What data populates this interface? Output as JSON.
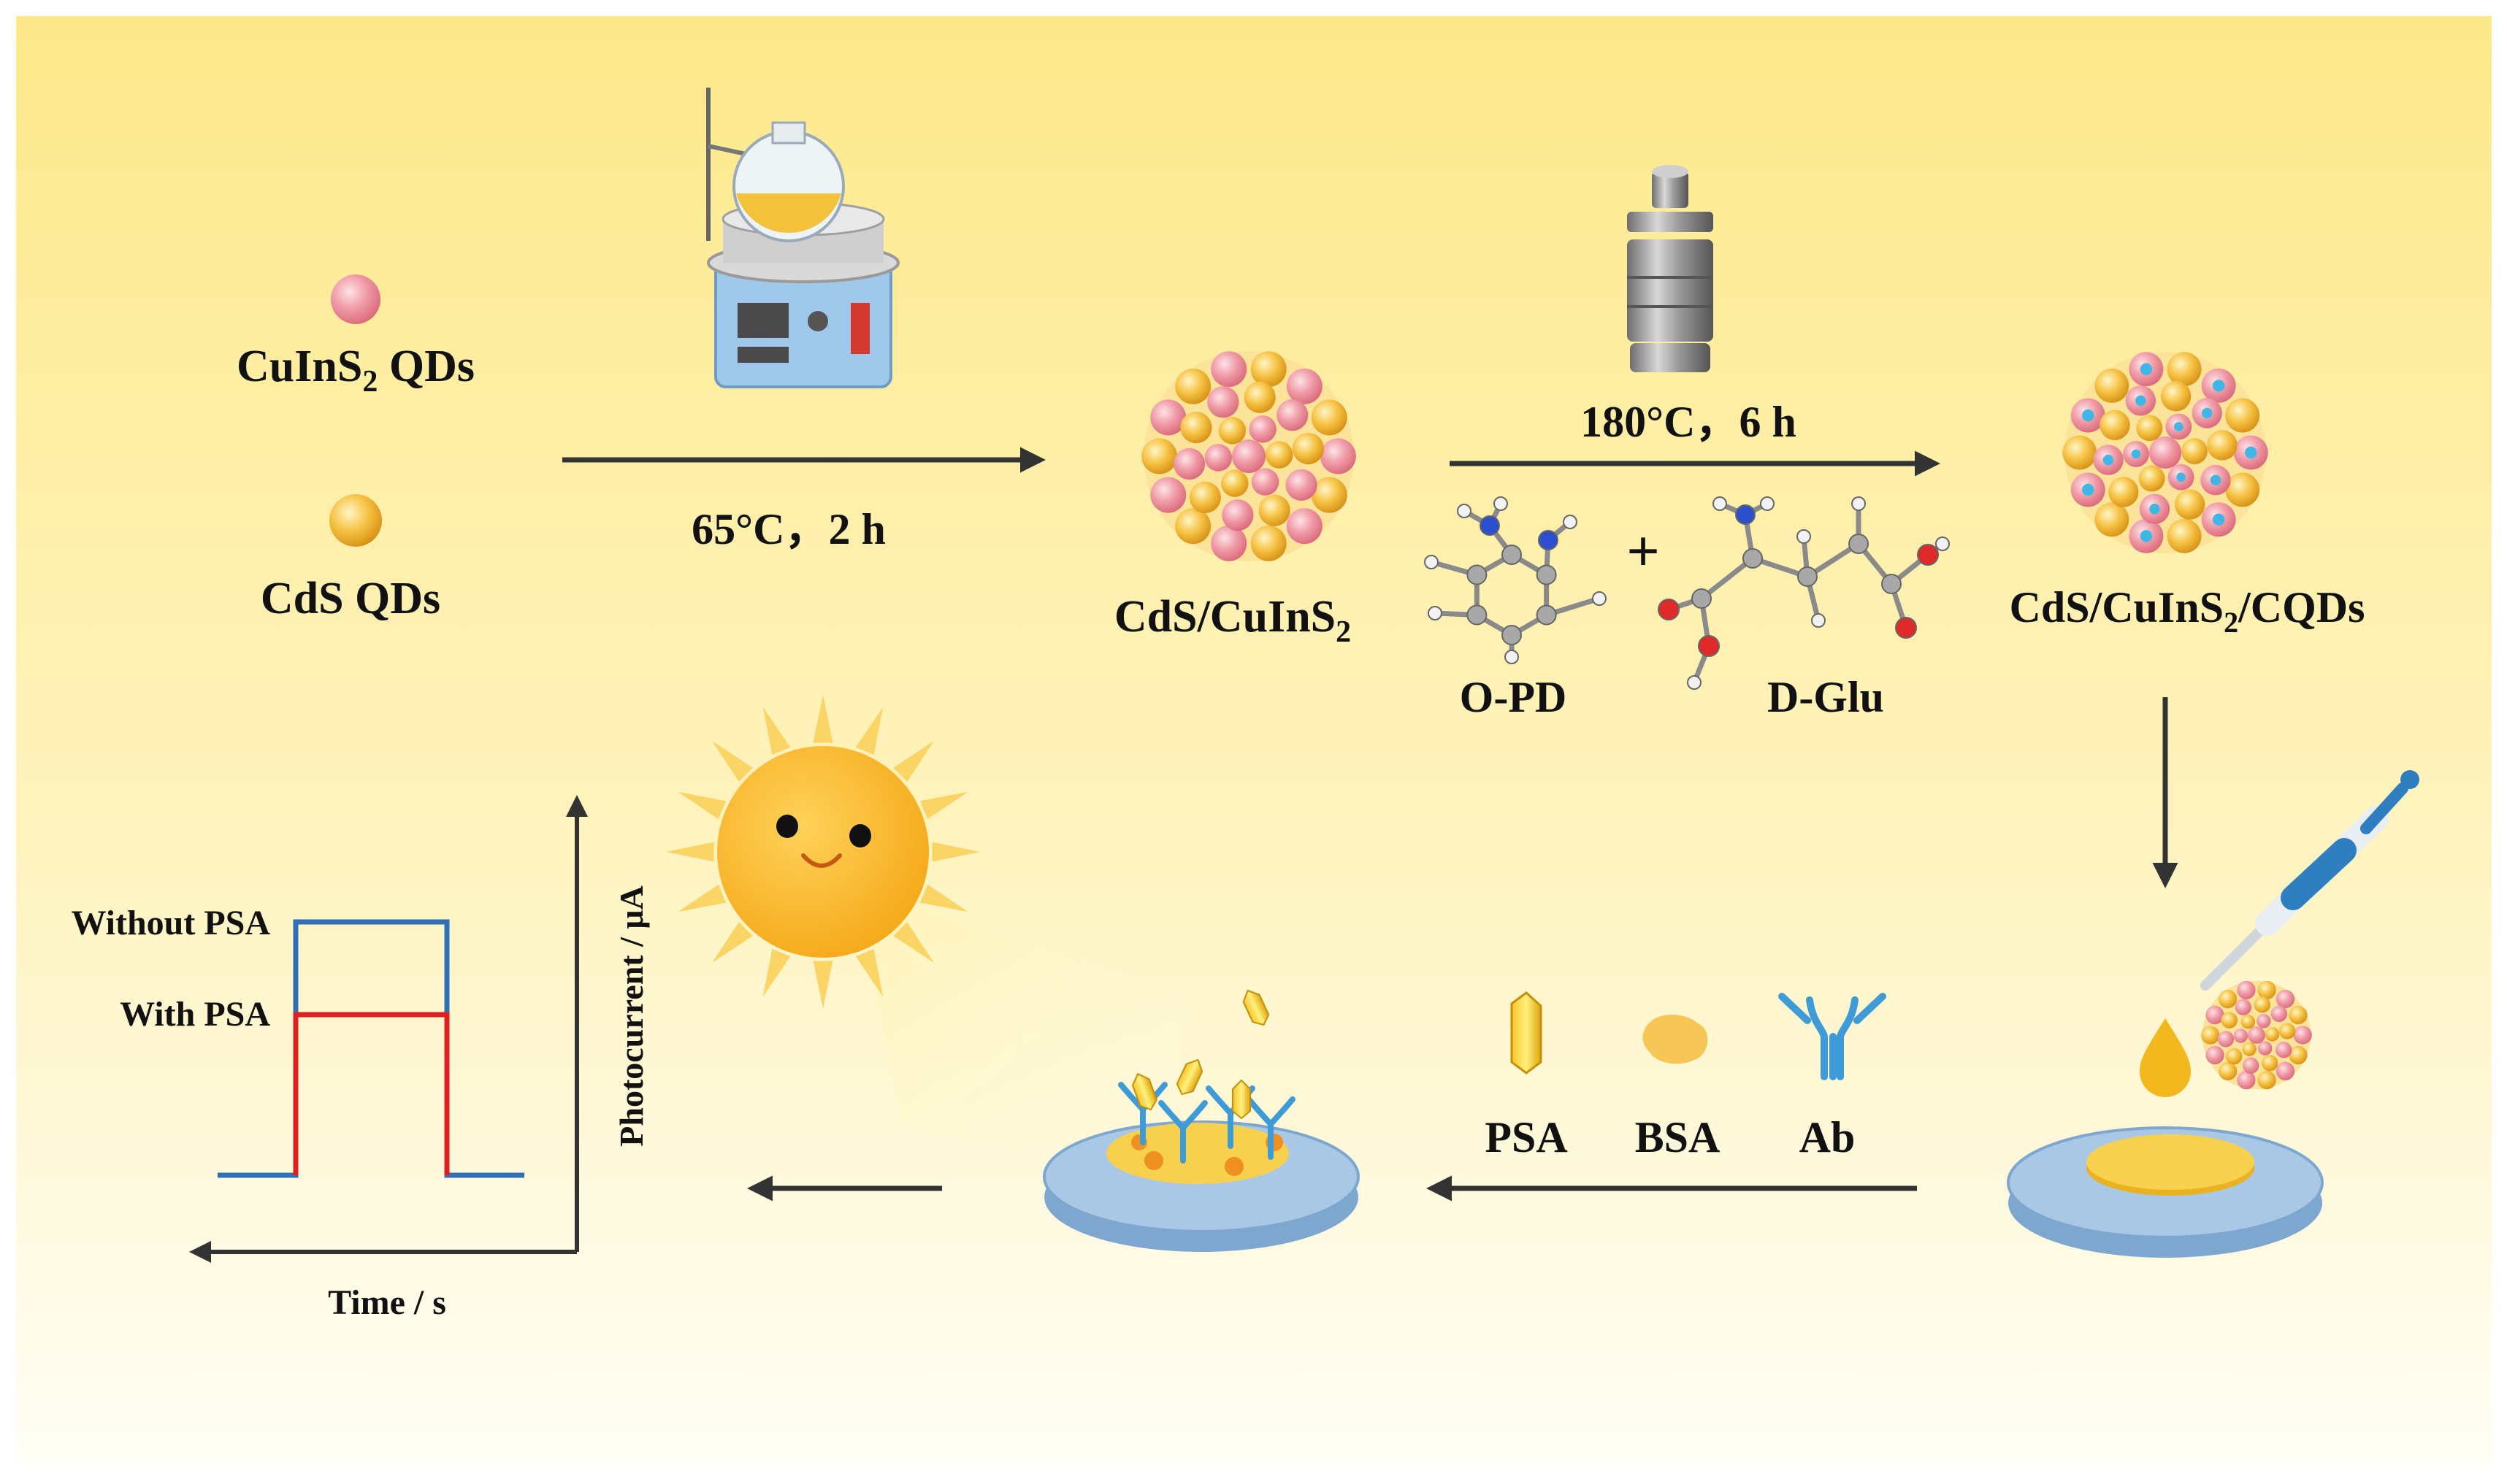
{
  "materials": {
    "cuins2_label": "CuInS",
    "cuins2_sub": "2",
    "cuins2_suffix": " QDs",
    "cds_label": "CdS QDs"
  },
  "step1": {
    "condition": "65°C，2 h"
  },
  "intermediate": {
    "label": "CdS/CuInS",
    "sub": "2"
  },
  "step2": {
    "condition": "180°C，6 h",
    "plus": "+",
    "reagent_1": "O-PD",
    "reagent_2": "D-Glu"
  },
  "product": {
    "label_a": "CdS/CuInS",
    "sub": "2",
    "label_b": "/CQDs"
  },
  "assembly": {
    "psa": "PSA",
    "bsa": "BSA",
    "ab": "Ab"
  },
  "graph": {
    "ylabel": "Photocurrent / μA",
    "xlabel": "Time / s",
    "legend_without": "Without PSA",
    "legend_with": "With PSA"
  },
  "colors": {
    "background_top": "#fde98b",
    "background_bottom": "#fffef6",
    "without_psa": "#2e6fb8",
    "with_psa": "#e02020",
    "arrow": "#333333",
    "electrode": "#a9c8e6",
    "sun": "#f8b82c"
  }
}
